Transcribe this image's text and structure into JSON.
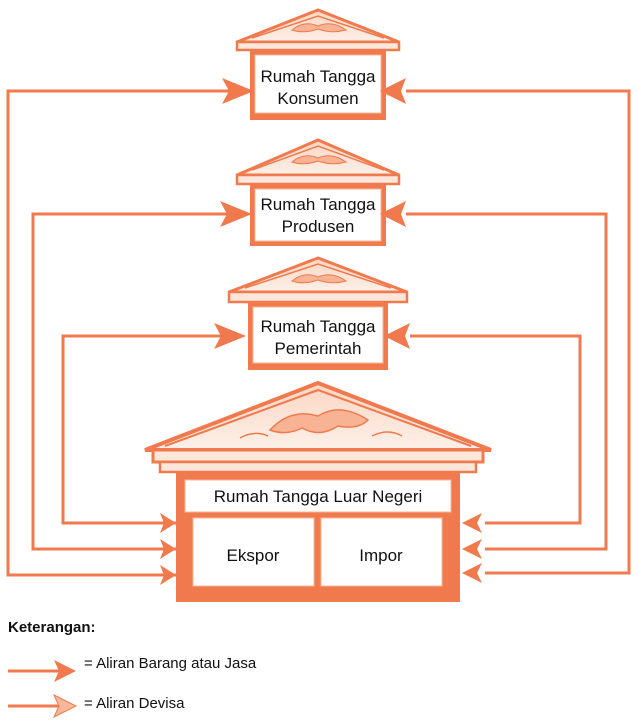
{
  "colors": {
    "accent": "#f07a4e",
    "accent_light": "#f6b79a",
    "roof_fill": "#fde6da"
  },
  "houses": {
    "konsumen": {
      "line1": "Rumah Tangga",
      "line2": "Konsumen"
    },
    "produsen": {
      "line1": "Rumah Tangga",
      "line2": "Produsen"
    },
    "pemerintah": {
      "line1": "Rumah Tangga",
      "line2": "Pemerintah"
    },
    "luar_negeri": {
      "title": "Rumah Tangga Luar Negeri",
      "left_box": "Ekspor",
      "right_box": "Impor"
    }
  },
  "legend": {
    "title": "Keterangan:",
    "items": [
      {
        "label": "= Aliran Barang atau Jasa",
        "icon": "arrow-right-icon"
      },
      {
        "label": "= Aliran Devisa",
        "icon": "arrow-right-icon"
      }
    ]
  }
}
